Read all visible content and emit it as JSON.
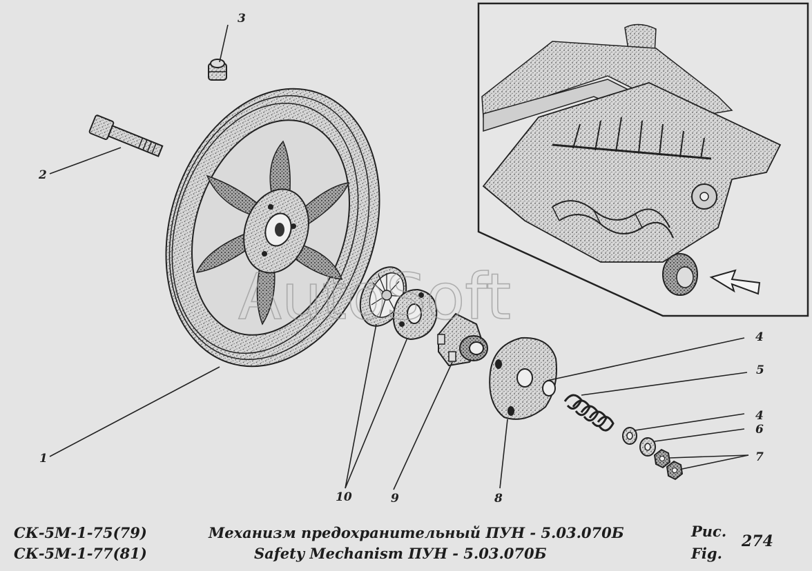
{
  "watermark": "AutoSoft",
  "callouts": {
    "n1": "1",
    "n2": "2",
    "n3": "3",
    "n4a": "4",
    "n5": "5",
    "n4b": "4",
    "n6": "6",
    "n7": "7",
    "n8": "8",
    "n9": "9",
    "n10": "10"
  },
  "caption": {
    "model_line1": "СК-5М-1-75(79)",
    "model_line2": "СК-5М-1-77(81)",
    "title_ru": "Механизм предохранительный ПУН - 5.03.070Б",
    "title_en": "Safety Mechanism ПУН - 5.03.070Б",
    "fig_ru": "Рис.",
    "fig_en": "Fig.",
    "fig_number": "274"
  }
}
